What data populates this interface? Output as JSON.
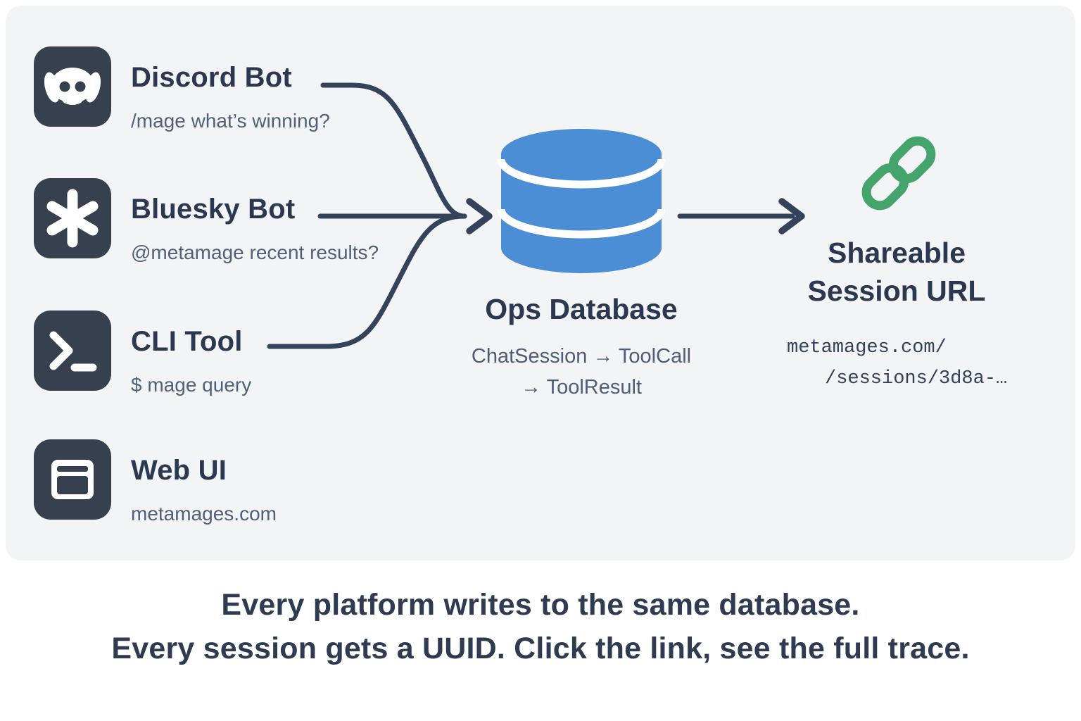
{
  "colors": {
    "panel_background": "#f3f4f6",
    "icon_background": "#36404e",
    "arrow": "#35435a",
    "database_blue": "#4c8ed5",
    "link_green": "#45a36c",
    "title_text": "#2b3850",
    "subtitle_text": "#51607a",
    "caption_text": "#2e3b50",
    "mono_text": "#33415a"
  },
  "sources": [
    {
      "icon": "discord-icon",
      "title": "Discord Bot",
      "subtitle": "/mage what’s winning?"
    },
    {
      "icon": "bluesky-asterisk-icon",
      "title": "Bluesky Bot",
      "subtitle": "@metamage recent results?"
    },
    {
      "icon": "terminal-icon",
      "title": "CLI Tool",
      "subtitle": "$ mage query"
    },
    {
      "icon": "browser-icon",
      "title": "Web UI",
      "subtitle": "metamages.com"
    }
  ],
  "database": {
    "title": "Ops Database",
    "schema_line1": "ChatSession → ToolCall",
    "schema_line2": "→ ToolResult"
  },
  "share": {
    "title_line1": "Shareable",
    "title_line2": "Session URL",
    "url_line1": "metamages.com/",
    "url_line2": "/sessions/3d8a-…"
  },
  "caption": {
    "line1": "Every platform writes to the same database.",
    "line2": "Every session gets a UUID. Click the link, see the full trace."
  }
}
